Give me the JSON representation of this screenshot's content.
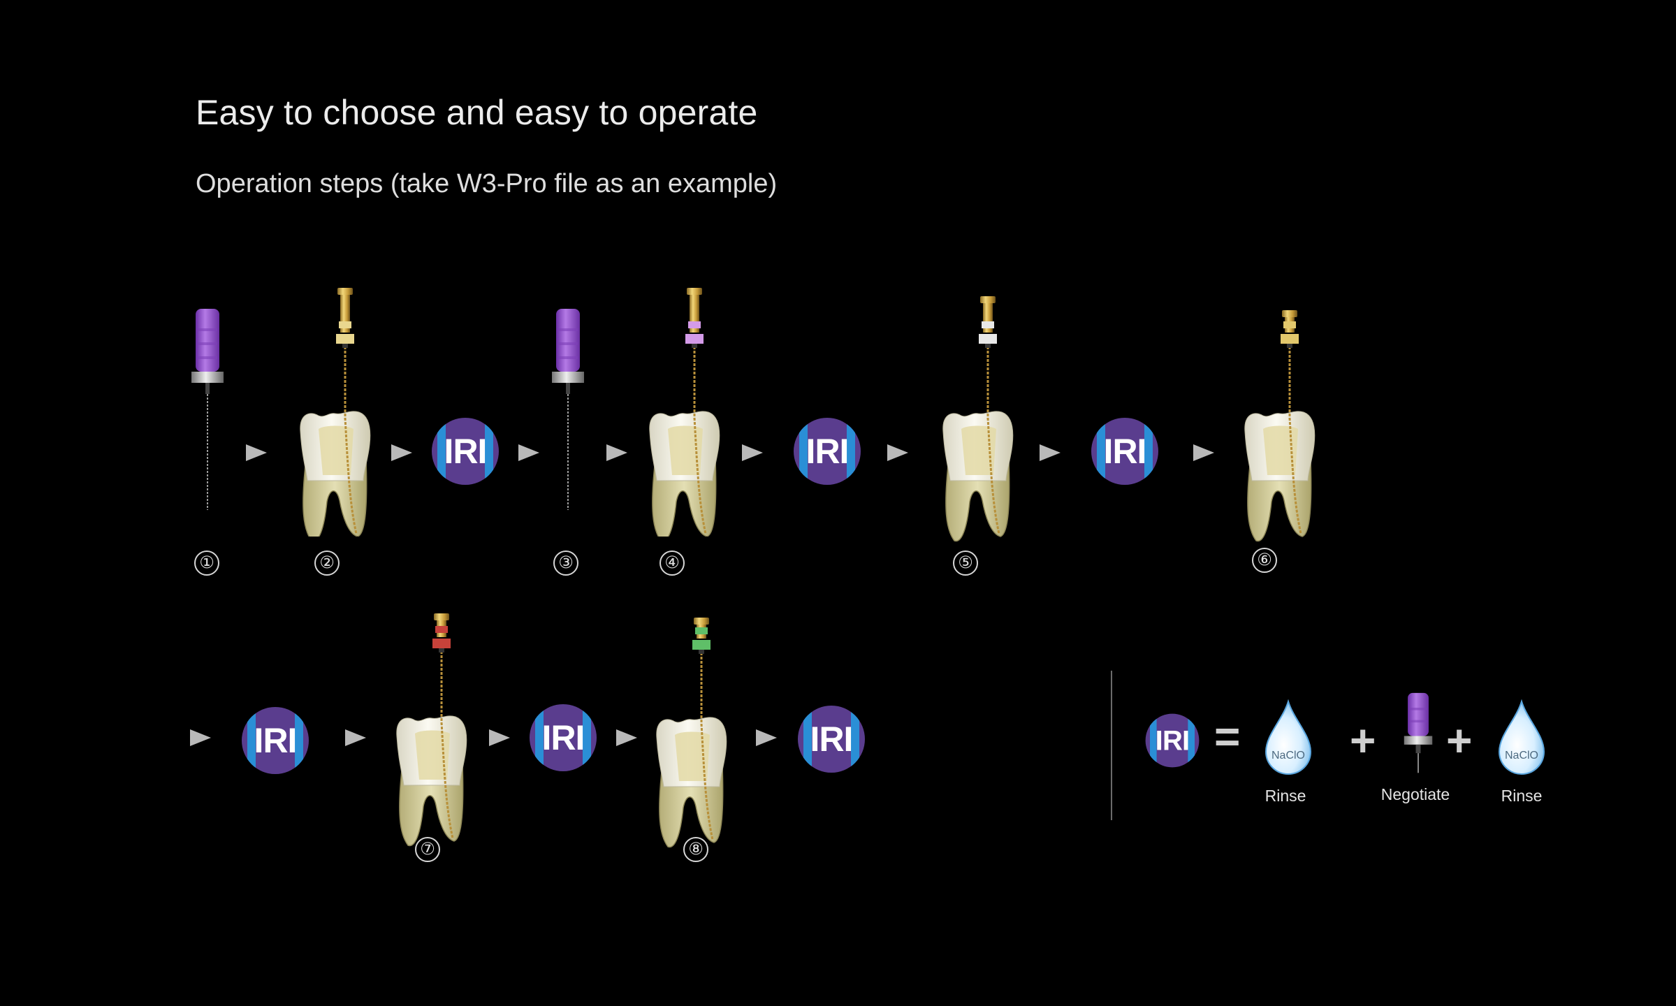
{
  "header": {
    "title": "Easy to choose and easy to operate",
    "subtitle": "Operation steps (take W3-Pro file as an example)"
  },
  "badge_text": "IRI",
  "step_numbers": [
    "①",
    "②",
    "③",
    "④",
    "⑤",
    "⑥",
    "⑦",
    "⑧"
  ],
  "legend": {
    "equals": "=",
    "plus": "+",
    "drop_text": "NaClO",
    "rinse_label": "Rinse",
    "negotiate_label": "Negotiate",
    "rinse_label_2": "Rinse"
  },
  "colors": {
    "background": "#000000",
    "iri_purple": "#5a3d8e",
    "iri_blue": "#2a8fd6",
    "file_purple": "#9b57d2",
    "file_gold": "#d7b24e",
    "tooth_crown": "#f2f0e2",
    "tooth_root": "#d8d3a6",
    "drop_blue": "#8ec9f0"
  }
}
